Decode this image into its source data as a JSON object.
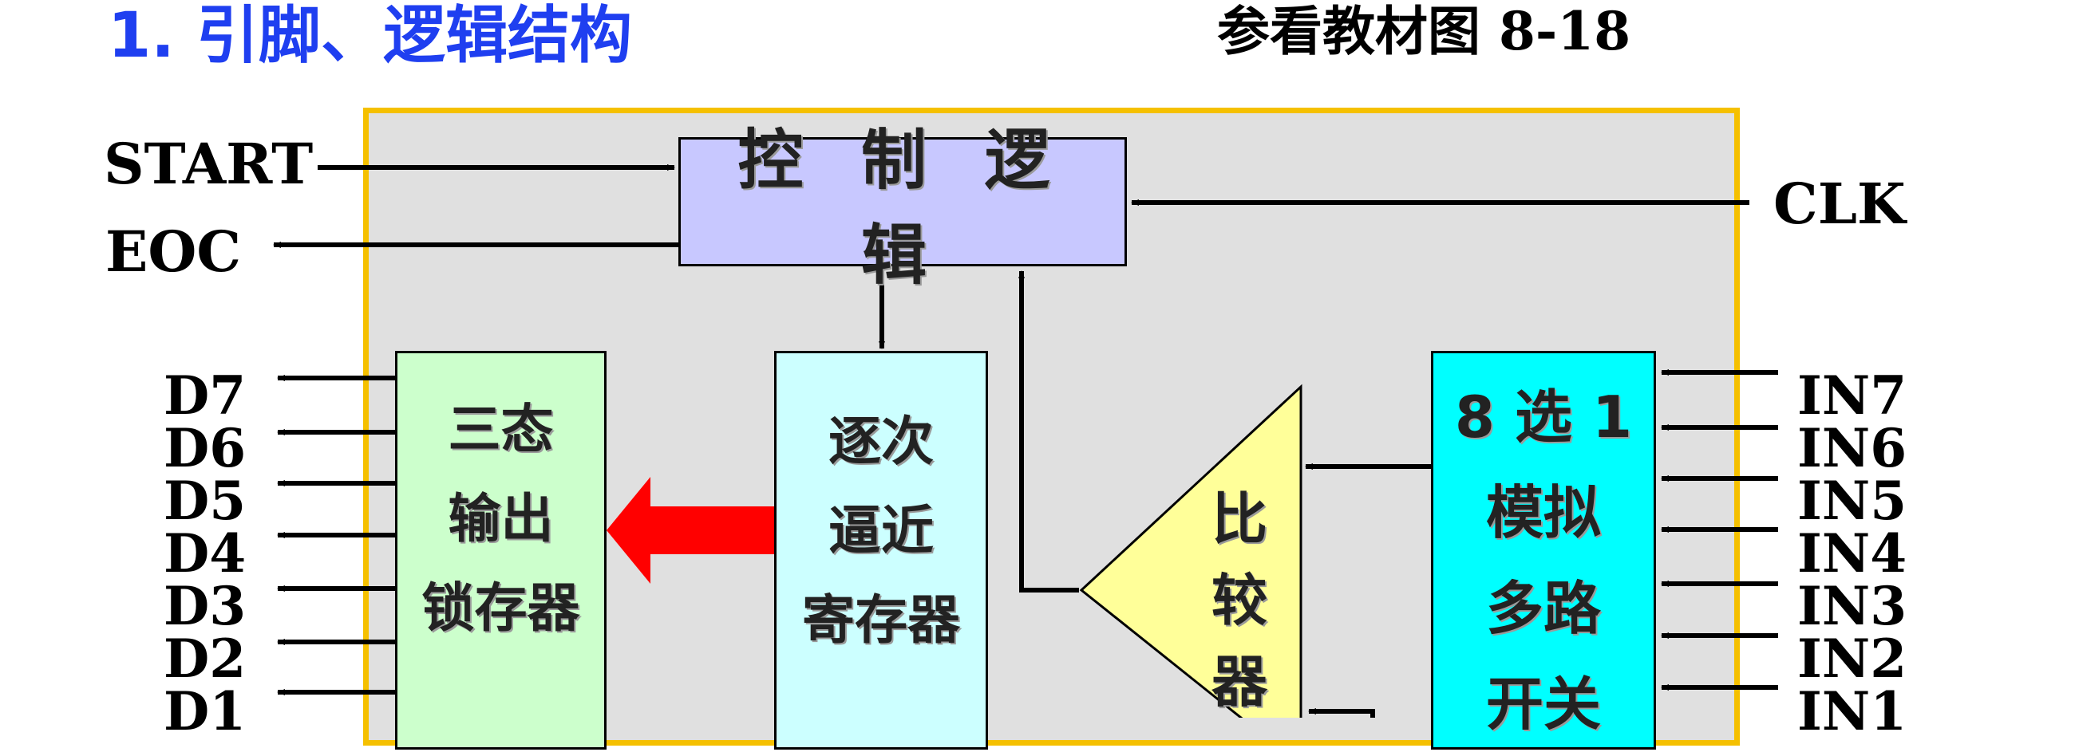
{
  "header": {
    "title": "1. 引脚、逻辑结构",
    "reference": "参看教材图 8-18"
  },
  "blocks": {
    "control_logic": "控 制 逻 辑",
    "latch": [
      "三态",
      "输出",
      "锁存器"
    ],
    "sar": [
      "逐次",
      "逼近",
      "寄存器"
    ],
    "comparator": [
      "比",
      "较",
      "器"
    ],
    "mux": [
      "8 选 1",
      "模拟",
      "多路",
      "开关"
    ]
  },
  "signals": {
    "start": "START",
    "eoc": "EOC",
    "clk": "CLK"
  },
  "data_pins": [
    "D7",
    "D6",
    "D5",
    "D4",
    "D3",
    "D2",
    "D1"
  ],
  "input_pins": [
    "IN7",
    "IN6",
    "IN5",
    "IN4",
    "IN3",
    "IN2",
    "IN1"
  ],
  "colors": {
    "title": "#1f3ff0",
    "panel": "#e0e0e0",
    "panel_border": "#f5c000",
    "control_logic": "#c8c8ff",
    "latch": "#ccffcc",
    "sar": "#ccffff",
    "mux": "#00ffff",
    "comparator": "#ffff99",
    "data_arrow": "#ff0000"
  }
}
